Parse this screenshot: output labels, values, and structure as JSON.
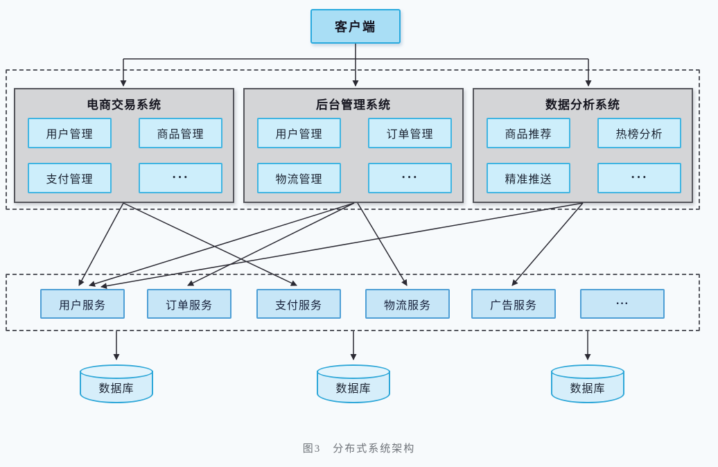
{
  "diagram": {
    "client": {
      "label": "客户端"
    },
    "systems": [
      {
        "title": "电商交易系统",
        "modules": [
          "用户管理",
          "商品管理",
          "支付管理",
          "···"
        ]
      },
      {
        "title": "后台管理系统",
        "modules": [
          "用户管理",
          "订单管理",
          "物流管理",
          "···"
        ]
      },
      {
        "title": "数据分析系统",
        "modules": [
          "商品推荐",
          "热榜分析",
          "精准推送",
          "···"
        ]
      }
    ],
    "services": [
      "用户服务",
      "订单服务",
      "支付服务",
      "物流服务",
      "广告服务",
      "···"
    ],
    "databases": [
      "数据库",
      "数据库",
      "数据库"
    ],
    "caption": "图3　分布式系统架构",
    "links": [
      {
        "from": "客户端",
        "to": "电商交易系统"
      },
      {
        "from": "客户端",
        "to": "后台管理系统"
      },
      {
        "from": "客户端",
        "to": "数据分析系统"
      },
      {
        "from": "电商交易系统",
        "to": "用户服务"
      },
      {
        "from": "电商交易系统",
        "to": "支付服务"
      },
      {
        "from": "后台管理系统",
        "to": "用户服务"
      },
      {
        "from": "后台管理系统",
        "to": "订单服务"
      },
      {
        "from": "后台管理系统",
        "to": "物流服务"
      },
      {
        "from": "数据分析系统",
        "to": "用户服务"
      },
      {
        "from": "数据分析系统",
        "to": "广告服务"
      },
      {
        "from": "服务层",
        "to": "数据库×3"
      }
    ],
    "connections": {
      "tree": {
        "stem": [
          513,
          63,
          513,
          85
        ],
        "bar": [
          178,
          85,
          849,
          85
        ],
        "branches": [
          [
            178,
            85,
            178,
            124
          ],
          [
            513,
            85,
            513,
            124
          ],
          [
            849,
            85,
            849,
            124
          ]
        ]
      },
      "fanouts": [
        [
          178,
          293,
          114,
          412
        ],
        [
          178,
          293,
          428,
          412
        ],
        [
          511,
          293,
          129,
          412
        ],
        [
          511,
          293,
          271,
          412
        ],
        [
          516,
          293,
          587,
          412
        ],
        [
          841,
          293,
          146,
          414
        ],
        [
          841,
          293,
          739,
          412
        ]
      ],
      "db_arrows": [
        [
          168,
          478,
          168,
          519
        ],
        [
          510,
          478,
          510,
          519
        ],
        [
          848,
          478,
          848,
          519
        ]
      ]
    },
    "colors": {
      "background": "#f7fafc",
      "line": "#2b2a33",
      "client_fill": "#a9def5",
      "client_border": "#27a9de",
      "system_fill": "#d4d5d7",
      "system_border": "#54555b",
      "module_fill": "#cdeefb",
      "module_border": "#3fb4e1",
      "service_fill": "#c7e6f7",
      "service_border": "#4d9ed5",
      "db_fill": "#d6eefa",
      "db_border": "#2ea7d8",
      "dashed_border": "#55575e"
    }
  }
}
